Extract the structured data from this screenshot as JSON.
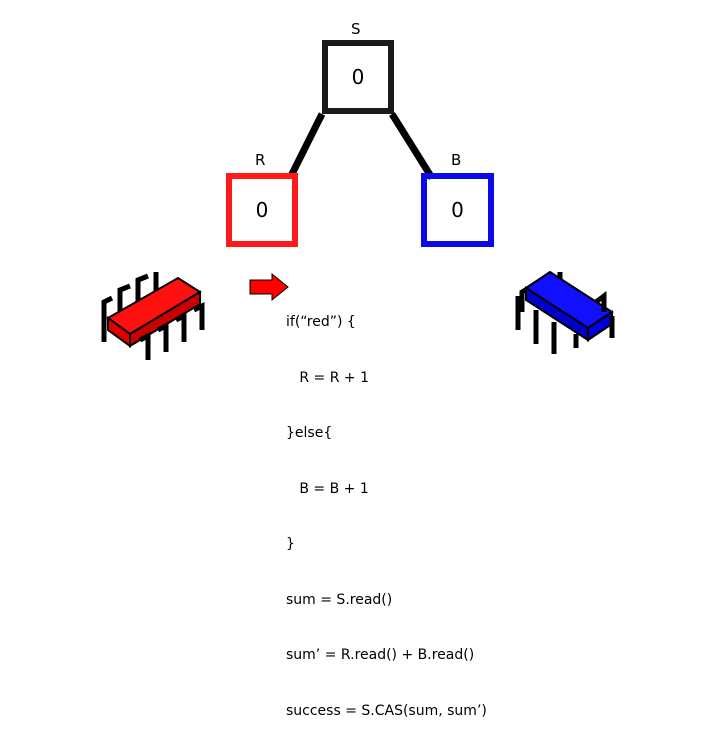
{
  "registers": {
    "s": {
      "label": "S",
      "value": "0",
      "color": "#1a1a1a"
    },
    "r": {
      "label": "R",
      "value": "0",
      "color": "#ff1a1a"
    },
    "b": {
      "label": "B",
      "value": "0",
      "color": "#0a0ae6"
    }
  },
  "code": {
    "lines": [
      "if(“red”) {",
      "   R = R + 1",
      "}else{",
      "   B = B + 1",
      "}",
      "sum = S.read()",
      "sum’ = R.read() + B.read()",
      "success = S.CAS(sum, sum’)"
    ]
  },
  "processors": {
    "left": {
      "color": "#ff0000",
      "icon": "chip-icon"
    },
    "right": {
      "color": "#0000ee",
      "icon": "chip-icon"
    }
  },
  "pointer": {
    "color": "#ff0000",
    "icon": "arrow-icon"
  }
}
